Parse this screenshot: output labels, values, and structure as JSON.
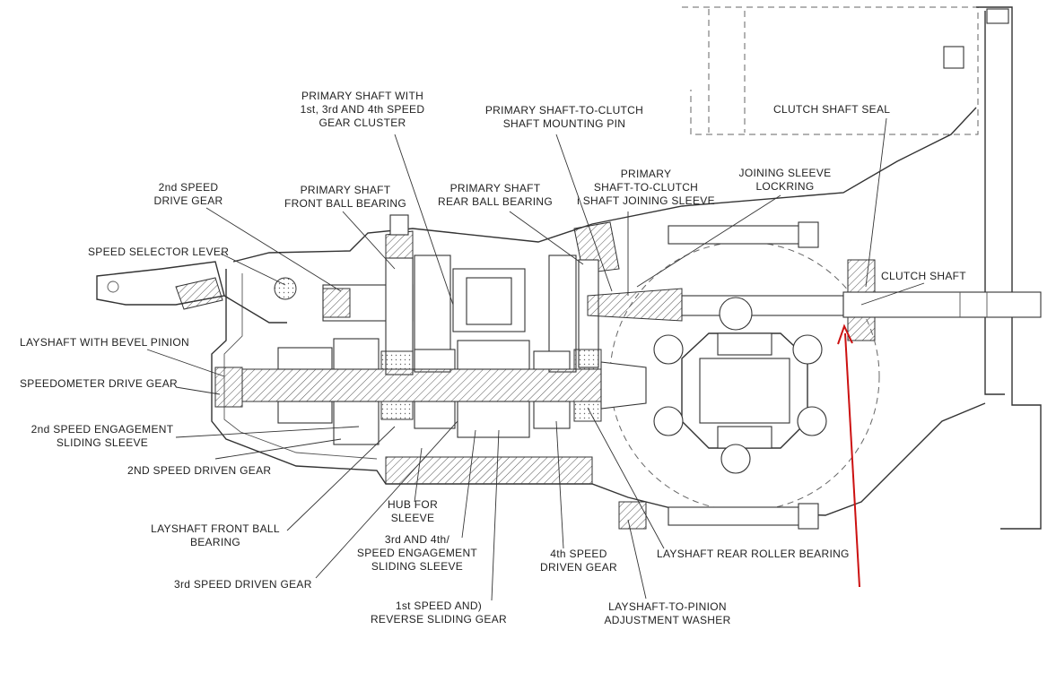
{
  "labels": {
    "primary_shaft_cluster": [
      "PRIMARY SHAFT WITH",
      "1st, 3rd AND 4th SPEED",
      "GEAR CLUSTER"
    ],
    "mounting_pin": [
      "PRIMARY SHAFT-TO-CLUTCH",
      "SHAFT MOUNTING PIN"
    ],
    "clutch_shaft_seal": "CLUTCH SHAFT SEAL",
    "second_speed_drive_gear": [
      "2nd SPEED",
      "DRIVE GEAR"
    ],
    "primary_front_bearing": [
      "PRIMARY SHAFT",
      "FRONT BALL BEARING"
    ],
    "primary_rear_bearing": [
      "PRIMARY SHAFT",
      "REAR BALL BEARING"
    ],
    "joining_sleeve": [
      "PRIMARY",
      "SHAFT-TO-CLUTCH",
      "i SHAFT JOINING SLEEVE"
    ],
    "joining_lockring": [
      "JOINING SLEEVE",
      "LOCKRING"
    ],
    "speed_selector_lever": "SPEED SELECTOR LEVER",
    "clutch_shaft": "CLUTCH SHAFT",
    "layshaft_bevel": "LAYSHAFT WITH BEVEL PINION",
    "speedometer_gear": "SPEEDOMETER DRIVE GEAR",
    "second_engagement": [
      "2nd SPEED ENGAGEMENT",
      "SLIDING SLEEVE"
    ],
    "second_driven": "2ND SPEED DRIVEN GEAR",
    "hub": [
      "HUB FOR",
      "SLEEVE"
    ],
    "layshaft_front_bearing": [
      "LAYSHAFT FRONT BALL",
      "BEARING"
    ],
    "third_fourth_engagement": [
      "3rd AND 4th/",
      "SPEED ENGAGEMENT",
      "SLIDING SLEEVE"
    ],
    "fourth_driven": [
      "4th SPEED",
      "DRIVEN GEAR"
    ],
    "layshaft_rear_roller": "LAYSHAFT REAR ROLLER BEARING",
    "third_driven": "3rd SPEED DRIVEN GEAR",
    "first_reverse": [
      "1st SPEED AND)",
      "REVERSE SLIDING GEAR"
    ],
    "adjust_washer": [
      "LAYSHAFT-TO-PINION",
      "ADJUSTMENT WASHER"
    ]
  },
  "colors": {
    "ink": "#333333",
    "arrow": "#cc1111",
    "paper": "#ffffff"
  }
}
